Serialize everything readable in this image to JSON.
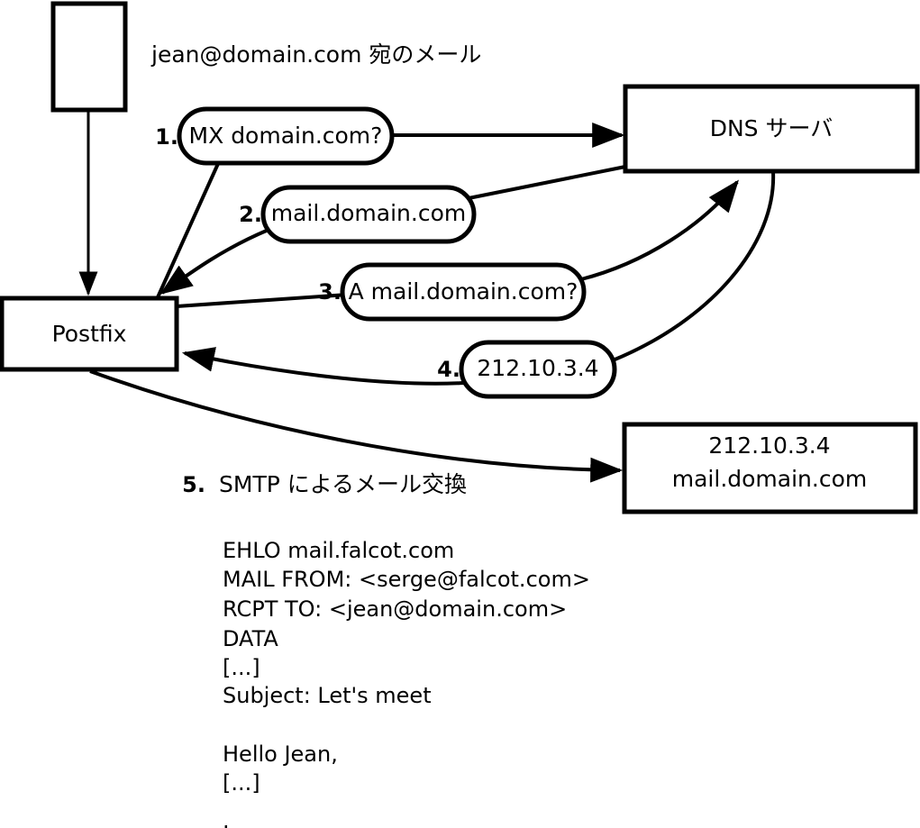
{
  "diagram": {
    "title_caption": "jean@domain.com 宛のメール",
    "nodes": {
      "sender_box": {
        "label": ""
      },
      "postfix": {
        "label": "Postfix"
      },
      "dns_server": {
        "label": "DNS サーバ"
      },
      "remote_mail_server": {
        "line1": "212.10.3.4",
        "line2": "mail.domain.com"
      }
    },
    "steps": [
      {
        "num": "1.",
        "label": "MX domain.com?"
      },
      {
        "num": "2.",
        "label": "mail.domain.com"
      },
      {
        "num": "3.",
        "label": "A mail.domain.com?"
      },
      {
        "num": "4.",
        "label": "212.10.3.4"
      },
      {
        "num": "5.",
        "label": "SMTP によるメール交換"
      }
    ],
    "smtp_transcript": [
      "EHLO mail.falcot.com",
      "MAIL FROM: <serge@falcot.com>",
      "RCPT TO: <jean@domain.com>",
      "DATA",
      "[...]",
      "Subject: Let's meet",
      "",
      "Hello Jean,",
      "[...]",
      "."
    ],
    "colors": {
      "stroke": "#000000",
      "fill": "#ffffff",
      "text": "#000000"
    }
  }
}
